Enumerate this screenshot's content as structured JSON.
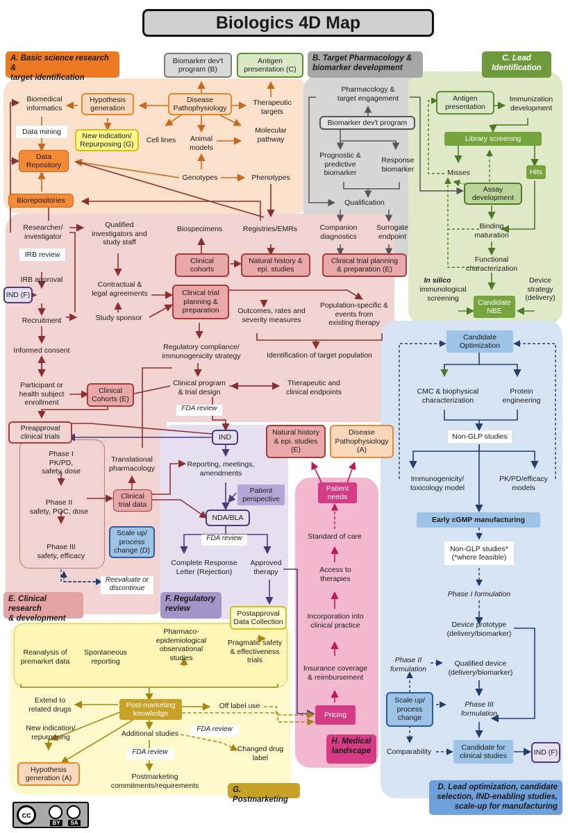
{
  "title": "Biologics 4D Map",
  "colors": {
    "orange": "#f4b183",
    "red": "#c9504f",
    "gray": "#d0cece",
    "green": "#a9c47f",
    "blue": "#9dc3e6",
    "purple": "#b4a7d6",
    "pink": "#e06ba0",
    "yellow": "#fff2a8",
    "gold": "#c9a227"
  },
  "section_labels": {
    "a": "A. Basic science research &\ntarget identification",
    "b": "B. Target Pharmacology &\nbiomarker development",
    "c": "C. Lead\nIdentification",
    "d": "D. Lead optimization, candidate\nselection, IND-enabling studies,\nscale-up for manufacturing",
    "e": "E. Clinical research\n& development",
    "f": "F. Regulatory\nreview",
    "g": "G. Postmarketing",
    "h": "H. Medical\nlandscape"
  },
  "a": {
    "biomarker_top": "Biomarker dev't\nprogram (B)",
    "antigen_top": "Antigen\npresentation (C)",
    "biomedical_informatics": "Biomedical\ninformatics",
    "hypothesis_generation": "Hypothesis\ngeneration",
    "disease_pathophysiology": "Disease\nPathophysiology",
    "therapeutic_targets": "Therapeutic\ntargets",
    "data_mining": "Data mining",
    "new_indication": "New indication/\nRepurposing (G)",
    "cell_lines": "Cell lines",
    "animal_models": "Animal\nmodels",
    "molecular_pathway": "Molecular\npathway",
    "data_repository": "Data\nRepository",
    "genotypes": "Genotypes",
    "phenotypes": "Phenotypes",
    "biorepositories": "Biorepositories"
  },
  "b": {
    "pharmacology": "Pharmacology &\ntarget engagement",
    "biomarker_program": "Biomarker dev't program",
    "prognostic": "Prognostic &\npredictive\nbiomarker",
    "response": "Response\nbiomarker",
    "qualification": "Qualification",
    "companion": "Companion\ndiagnostics",
    "surrogate": "Surrogate\nendpoint"
  },
  "c": {
    "antigen": "Antigen\npresentation",
    "immunization": "Immunization\ndevelopment",
    "library": "Library screening",
    "misses": "Misses",
    "hits": "Hits",
    "assay": "Assay\ndevelopment",
    "binding": "Binding\nmaturation",
    "functional": "Functional\ncharacterization",
    "in_silico_1": "In silico",
    "in_silico_2": "immunological\nscreening",
    "device_strategy": "Device\nstrategy\n(delivery)",
    "candidate_nbe": "Candidate\nNBE"
  },
  "e": {
    "researcher": "Researcher/\ninvestigator",
    "qualified": "Qualified\ninvestigators and\nstudy staff",
    "biospecimens": "Biospecimens",
    "registries": "Registries/EMRs",
    "irb_review": "IRB review",
    "irb_approval": "IRB approval",
    "clinical_cohorts": "Clinical\ncohorts",
    "natural_history": "Natural history &\nepi. studies",
    "ct_planning_e": "Clinical trial planning\n& preparation (E)",
    "ind_f": "IND (F)",
    "contractual": "Contractual &\nlegal agreements",
    "ct_planning": "Clinical trial\nplanning &\npreparation",
    "recruitment": "Recruitment",
    "study_sponsor": "Study sponsor",
    "outcomes": "Outcomes, rates and\nseverity measures",
    "population": "Population-specific &\nevents from\nexisting therapy",
    "informed_consent": "Informed consent",
    "regulatory_compliance": "Regulatory compliance/\nimmunogenicity  strategy",
    "target_population": "Identification of target population",
    "participant": "Participant or\nhealth subject\nenrollment",
    "clinical_cohorts_e": "Clinical\nCohorts (E)",
    "clinical_program": "Clinical program\n& trial design",
    "therapeutic_endpoints": "Therapeutic and\nclinical endpoints",
    "preapproval": "Preapproval\nclinical trials",
    "phase1": "Phase I\nPK/PD,\nsafety, dose",
    "phase2": "Phase II\nsafety, POC, dose",
    "phase3": "Phase III\nsafety, efficacy",
    "translational": "Translational\npharmacology",
    "clinical_trial_data": "Clinical\ntrial data",
    "reevaluate": "Reevaluate or\ndiscontinue"
  },
  "f": {
    "fda_review_1": "FDA review",
    "ind": "IND",
    "reporting": "Reporting, meetings,\namendments",
    "patient_perspective": "Patient\nperspective",
    "nda_bla": "NDA/BLA",
    "scale_up": "Scale up/\nprocess\nchange (D)",
    "fda_review_2": "FDA review",
    "complete_response": "Complete Response\nLetter (Rejection)",
    "approved_therapy": "Approved\ntherapy"
  },
  "h": {
    "natural_history_e": "Natural history\n& epi. studies\n(E)",
    "disease_a": "Disease\nPathophysiology\n(A)",
    "patient_needs": "Patient\nneeds",
    "standard_of_care": "Standard of care",
    "access": "Access to\ntherapies",
    "incorporation": "Incorporation into\nclinical practice",
    "insurance": "Insurance coverage\n& reimbursement",
    "pricing": "Pricing"
  },
  "g": {
    "postapproval": "Postapproval\nData Collection",
    "reanalysis": "Reanalysis of\npremarket data",
    "spontaneous": "Spontaneous\nreporting",
    "pharmacoepi": "Pharmaco-\nepidemiological\nobservational\nstudies",
    "pragmatic": "Pragmatic safety\n& effectiveness\ntrials",
    "extend": "Extend to\nrelated drugs",
    "post_knowledge": "Post-marketing\nknowledge",
    "off_label": "Off label use",
    "new_indication": "New  indication/\nrepurposing",
    "additional": "Additional studies",
    "fda_review_3": "FDA review",
    "changed_label": "Changed drug\nlabel",
    "fda_review_4": "FDA review",
    "hypothesis_a": "Hypothesis\ngeneration (A)",
    "commitments": "Postmarketing\ncommitments/requirements"
  },
  "d": {
    "candidate_opt": "Candidate\nOptimization",
    "cmc": "CMC & biophysical\ncharacterization",
    "protein_eng": "Protein\nengineering",
    "non_glp": "Non-GLP studies",
    "immunogenicity": "Immunogenicity/\ntoxicology model",
    "pkpd": "PK/PD/efficacy\nmodels",
    "early_cgmp": "Early cGMP manufacturing",
    "non_glp_star": "Non-GLP studies*\n(*where feasible)",
    "phase1_form": "Phase I formulation",
    "device_proto": "Device prototype\n(delivery/biomarker)",
    "phase2_form": "Phase II\nformulation",
    "qualified_device": "Qualified device\n(delivery/biomarker)",
    "scale_up": "Scale up/\nprocess\nchange",
    "phase3_form": "Phase III\nformulation",
    "comparability": "Comparability",
    "candidate_clinical": "Candidate for\nclinical studies",
    "ind_f": "IND (F)"
  },
  "license": {
    "cc": "cc",
    "by": "BY",
    "sa": "SA"
  }
}
